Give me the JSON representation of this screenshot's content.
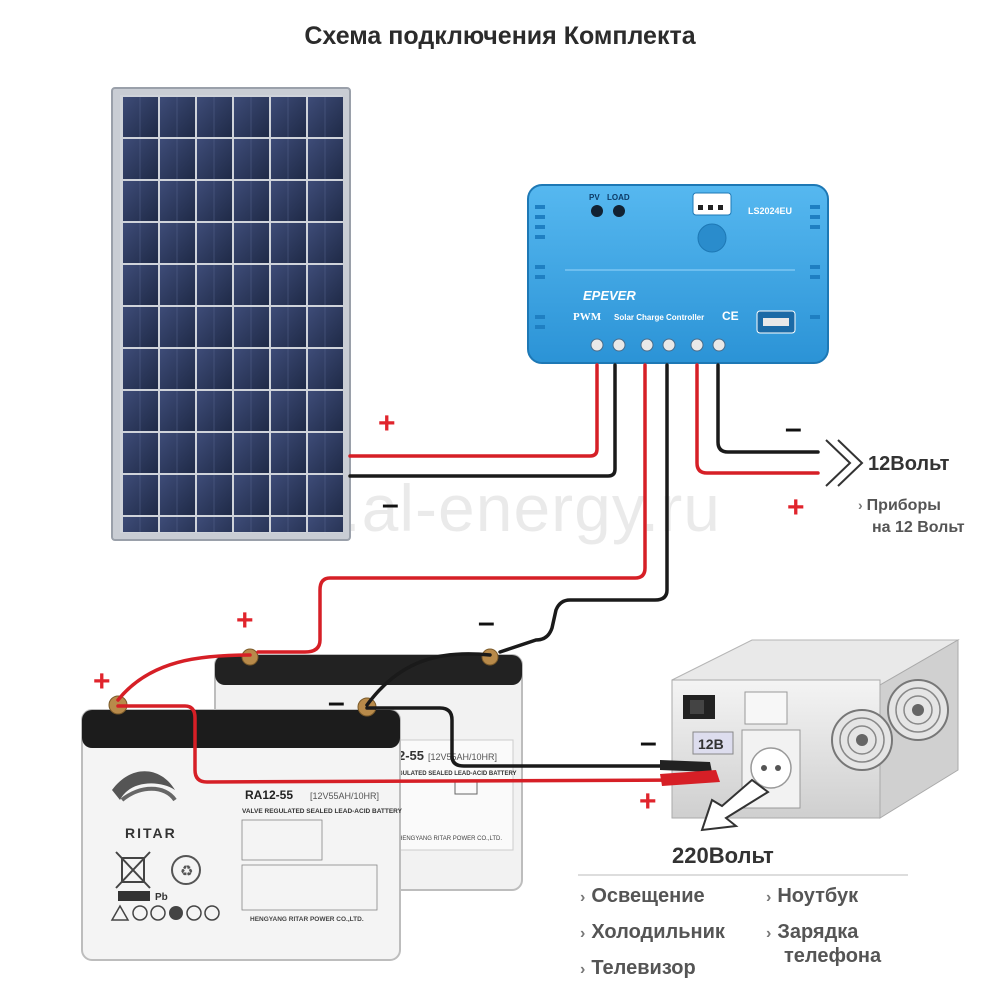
{
  "title": "Схема подключения Комплекта",
  "watermark": "www.al-energy.ru",
  "controller": {
    "brand": "EPEVER",
    "model": "LS2024EU",
    "type_prefix": "PWM",
    "type_text": "Solar Charge Controller",
    "led_pv": "PV",
    "led_load": "LOAD",
    "ce": "CE"
  },
  "battery": {
    "brand": "RITAR",
    "front_model": "RA12-55",
    "front_spec": "[12V55AH/10HR]",
    "front_desc": "VALVE REGULATED SEALED LEAD-ACID BATTERY",
    "back_model": "2-55",
    "back_spec": "[12V55AH/10HR]",
    "back_desc": "GULATED SEALED LEAD-ACID BATTERY",
    "maker": "HENGYANG RITAR POWER CO.,LTD.",
    "pb": "Pb"
  },
  "inverter": {
    "display": "12В"
  },
  "signs": {
    "plus": "+",
    "minus": "–"
  },
  "output_12v": {
    "title": "12Вольт",
    "sub_line1": "Приборы",
    "sub_line2": "на 12 Вольт"
  },
  "output_220v": {
    "title": "220Вольт",
    "appliances": [
      {
        "label": "Освещение"
      },
      {
        "label": "Холодильник"
      },
      {
        "label": "Телевизор"
      },
      {
        "label": "Ноутбук"
      },
      {
        "label": "Зарядка"
      },
      {
        "label": "телефона"
      }
    ]
  },
  "colors": {
    "positive_wire": "#d61f26",
    "negative_wire": "#1a1a1a",
    "controller_blue": "#3aa6e8",
    "panel_cell": "#2d3a5e"
  },
  "icons": [
    "chevron-right-icon",
    "double-chevron-icon",
    "arrow-icon",
    "recycle-icon",
    "ul-mark-icon"
  ]
}
